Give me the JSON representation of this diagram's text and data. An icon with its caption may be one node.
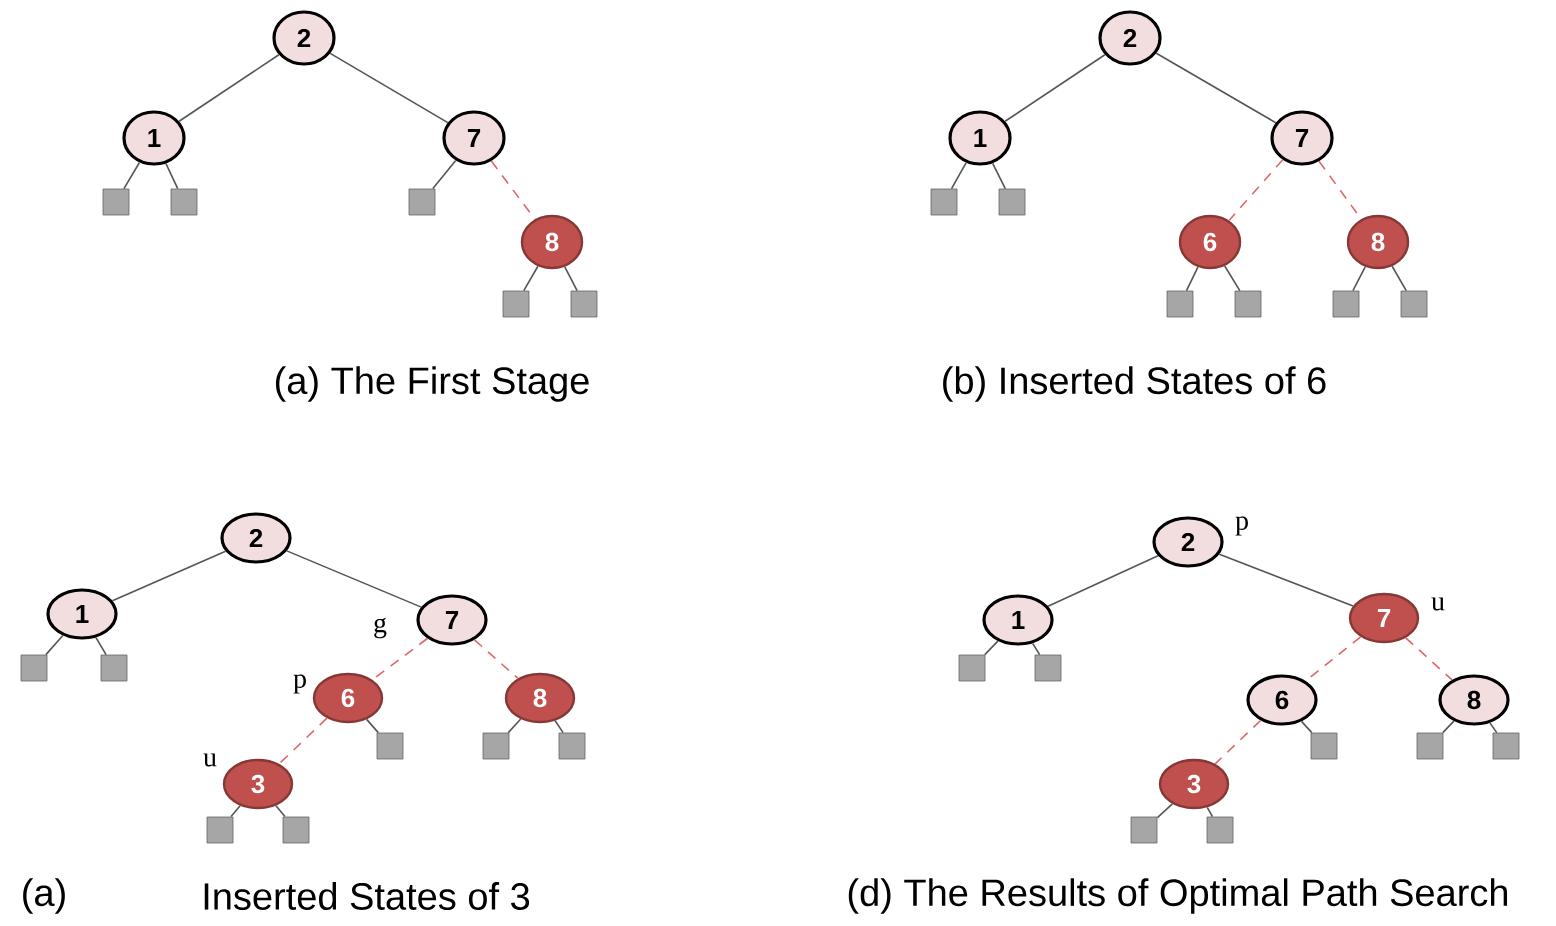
{
  "diagram": {
    "nodes": [
      {
        "text": [
          "2"
        ]
      },
      {
        "text": [
          "1"
        ]
      },
      {
        "text": [
          "7"
        ]
      },
      {
        "text": [],
        "shape": "box"
      },
      {
        "text": [],
        "shape": "box"
      },
      {
        "text": [],
        "shape": "box"
      },
      {
        "text": [
          "8"
        ]
      },
      {
        "text": [],
        "shape": "box"
      },
      {
        "text": [],
        "shape": "box"
      },
      {
        "text": [
          "2"
        ]
      },
      {
        "text": [
          "1"
        ]
      },
      {
        "text": [
          "7"
        ]
      },
      {
        "text": [],
        "shape": "box"
      },
      {
        "text": [],
        "shape": "box"
      },
      {
        "text": [
          "6"
        ]
      },
      {
        "text": [
          "8"
        ]
      },
      {
        "text": [],
        "shape": "box"
      },
      {
        "text": [],
        "shape": "box"
      },
      {
        "text": [],
        "shape": "box"
      },
      {
        "text": [],
        "shape": "box"
      },
      {
        "text": [
          "2"
        ]
      },
      {
        "text": [
          "1"
        ]
      },
      {
        "text": [
          "7"
        ],
        "beside": [
          "g"
        ]
      },
      {
        "text": [],
        "shape": "box"
      },
      {
        "text": [],
        "shape": "box"
      },
      {
        "text": [
          "6"
        ],
        "beside": [
          "p"
        ]
      },
      {
        "text": [
          "8"
        ]
      },
      {
        "text": [],
        "shape": "box"
      },
      {
        "text": [],
        "shape": "box"
      },
      {
        "text": [],
        "shape": "box"
      },
      {
        "text": [
          "3"
        ],
        "beside": [
          "u"
        ]
      },
      {
        "text": [],
        "shape": "box"
      },
      {
        "text": [],
        "shape": "box"
      },
      {
        "text": [
          "2"
        ],
        "beside": [
          "p"
        ]
      },
      {
        "text": [
          "1"
        ]
      },
      {
        "text": [
          "7"
        ],
        "beside": [
          "u"
        ]
      },
      {
        "text": [],
        "shape": "box"
      },
      {
        "text": [],
        "shape": "box"
      },
      {
        "text": [
          "6"
        ]
      },
      {
        "text": [
          "8"
        ]
      },
      {
        "text": [],
        "shape": "box"
      },
      {
        "text": [],
        "shape": "box"
      },
      {
        "text": [],
        "shape": "box"
      },
      {
        "text": [
          "3"
        ]
      },
      {
        "text": [],
        "shape": "box"
      },
      {
        "text": [],
        "shape": "box"
      }
    ],
    "edges": [
      {
        "from": 0,
        "to": 1,
        "arrow": "none"
      },
      {
        "from": 0,
        "to": 2,
        "arrow": "none"
      },
      {
        "from": 1,
        "to": 3,
        "arrow": "none"
      },
      {
        "from": 1,
        "to": 4,
        "arrow": "none"
      },
      {
        "from": 2,
        "to": 5,
        "arrow": "none"
      },
      {
        "from": 2,
        "to": 6,
        "arrow": "none",
        "style": "dashed",
        "color": "#e06666"
      },
      {
        "from": 6,
        "to": 7,
        "arrow": "none"
      },
      {
        "from": 6,
        "to": 8,
        "arrow": "none"
      },
      {
        "from": 9,
        "to": 10,
        "arrow": "none"
      },
      {
        "from": 9,
        "to": 11,
        "arrow": "none"
      },
      {
        "from": 10,
        "to": 12,
        "arrow": "none"
      },
      {
        "from": 10,
        "to": 13,
        "arrow": "none"
      },
      {
        "from": 11,
        "to": 14,
        "arrow": "none",
        "style": "dashed",
        "color": "#e06666"
      },
      {
        "from": 11,
        "to": 15,
        "arrow": "none",
        "style": "dashed",
        "color": "#e06666"
      },
      {
        "from": 14,
        "to": 16,
        "arrow": "none"
      },
      {
        "from": 14,
        "to": 17,
        "arrow": "none"
      },
      {
        "from": 15,
        "to": 18,
        "arrow": "none"
      },
      {
        "from": 15,
        "to": 19,
        "arrow": "none"
      },
      {
        "from": 20,
        "to": 21,
        "arrow": "none"
      },
      {
        "from": 20,
        "to": 22,
        "arrow": "none"
      },
      {
        "from": 21,
        "to": 23,
        "arrow": "none"
      },
      {
        "from": 21,
        "to": 24,
        "arrow": "none"
      },
      {
        "from": 22,
        "to": 25,
        "arrow": "none",
        "style": "dashed",
        "color": "#e06666"
      },
      {
        "from": 22,
        "to": 26,
        "arrow": "none",
        "style": "dashed",
        "color": "#e06666"
      },
      {
        "from": 25,
        "to": 30,
        "arrow": "none",
        "style": "dashed",
        "color": "#e06666"
      },
      {
        "from": 25,
        "to": 27,
        "arrow": "none"
      },
      {
        "from": 26,
        "to": 28,
        "arrow": "none"
      },
      {
        "from": 26,
        "to": 29,
        "arrow": "none"
      },
      {
        "from": 30,
        "to": 31,
        "arrow": "none"
      },
      {
        "from": 30,
        "to": 32,
        "arrow": "none"
      },
      {
        "from": 33,
        "to": 34,
        "arrow": "none"
      },
      {
        "from": 33,
        "to": 35,
        "arrow": "none"
      },
      {
        "from": 34,
        "to": 36,
        "arrow": "none"
      },
      {
        "from": 34,
        "to": 37,
        "arrow": "none"
      },
      {
        "from": 35,
        "to": 38,
        "arrow": "none",
        "style": "dashed",
        "color": "#e06666"
      },
      {
        "from": 35,
        "to": 39,
        "arrow": "none",
        "style": "dashed",
        "color": "#e06666"
      },
      {
        "from": 38,
        "to": 43,
        "arrow": "none",
        "style": "dashed",
        "color": "#e06666"
      },
      {
        "from": 38,
        "to": 40,
        "arrow": "none"
      },
      {
        "from": 39,
        "to": 41,
        "arrow": "none"
      },
      {
        "from": 39,
        "to": 42,
        "arrow": "none"
      },
      {
        "from": 43,
        "to": 44,
        "arrow": "none"
      },
      {
        "from": 43,
        "to": 45,
        "arrow": "none"
      }
    ],
    "labels": [
      "(a) The First Stage",
      "(b) Inserted States of 6",
      "(a)",
      "Inserted States of 3",
      "(d) The Results of Optimal Path Search"
    ]
  }
}
